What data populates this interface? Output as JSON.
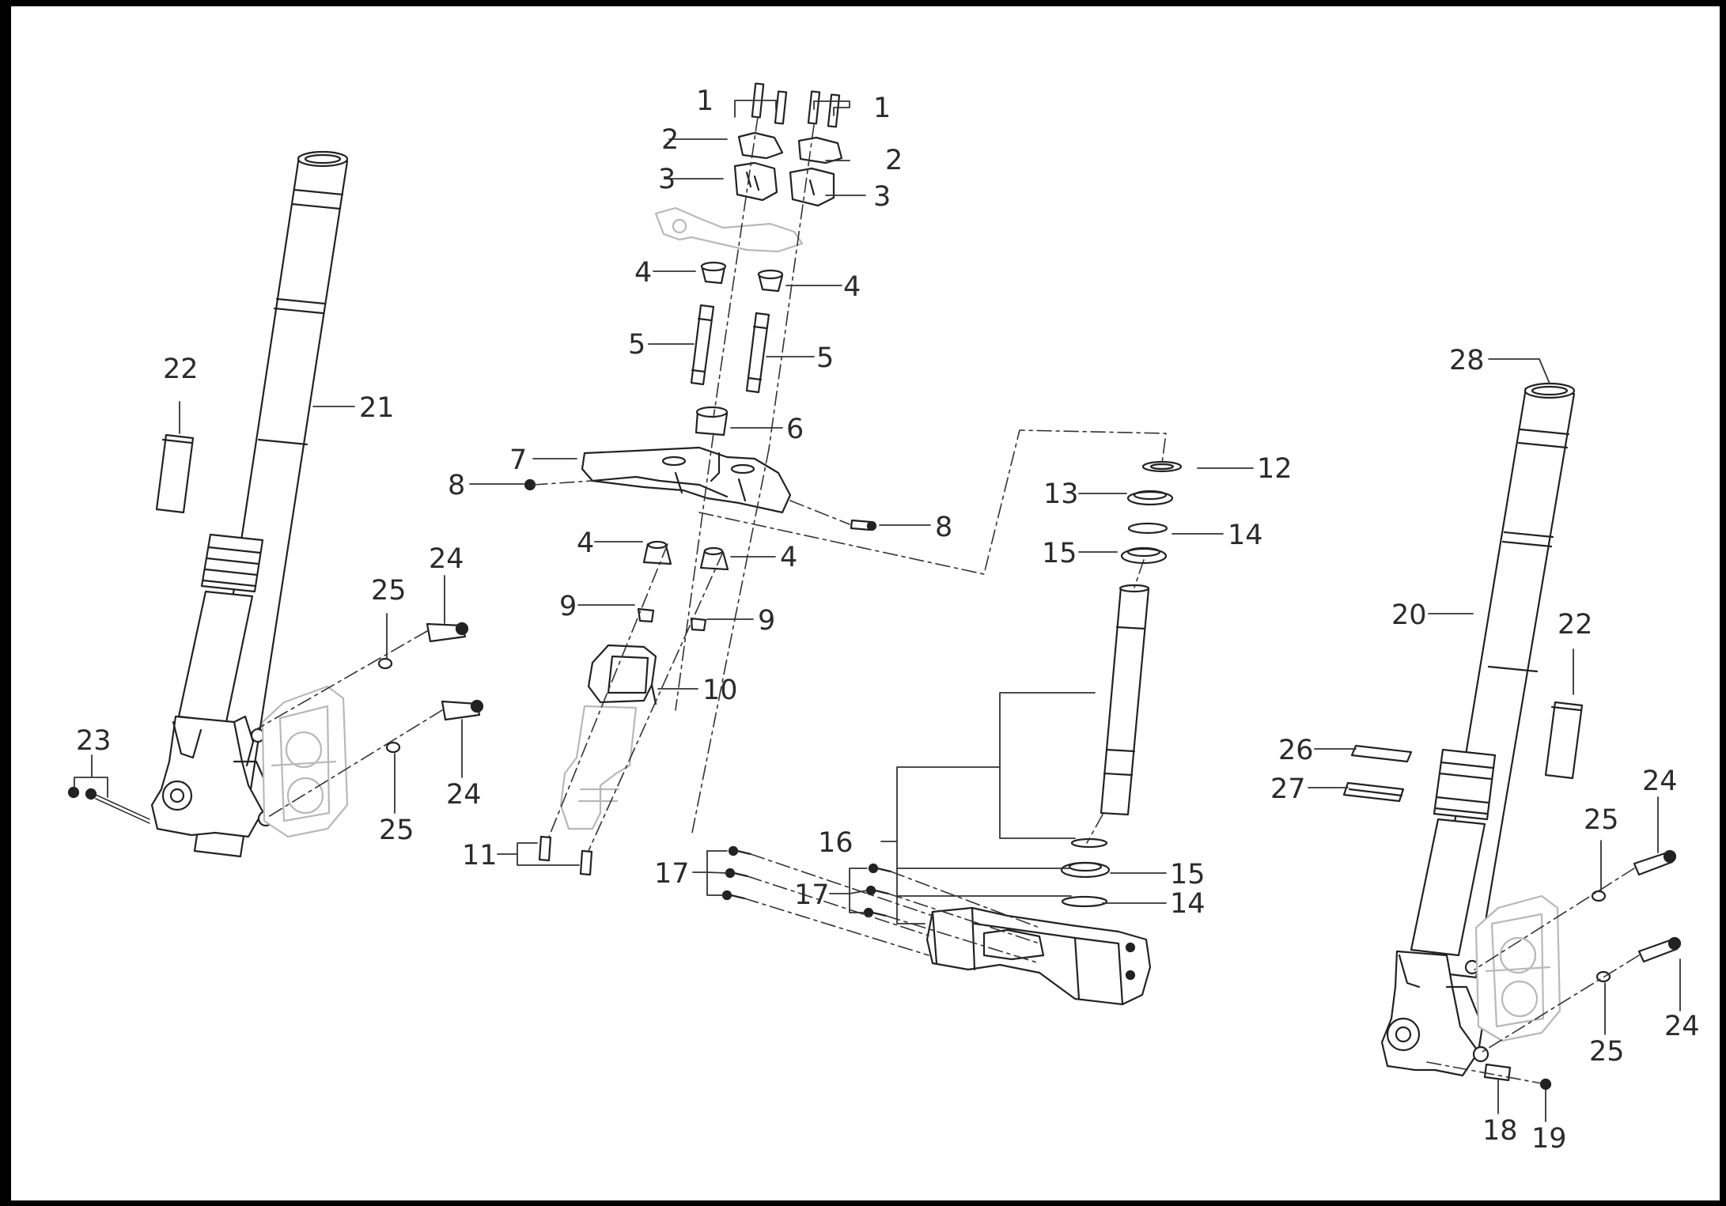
{
  "diagram": {
    "colors": {
      "background": "#ffffff",
      "outline": "#222222",
      "leader": "#333333",
      "ghost": "#b8b8b8"
    },
    "callouts": [
      {
        "id": "c1a",
        "label": "1"
      },
      {
        "id": "c1b",
        "label": "1"
      },
      {
        "id": "c2a",
        "label": "2"
      },
      {
        "id": "c2b",
        "label": "2"
      },
      {
        "id": "c3a",
        "label": "3"
      },
      {
        "id": "c3b",
        "label": "3"
      },
      {
        "id": "c4a",
        "label": "4"
      },
      {
        "id": "c4b",
        "label": "4"
      },
      {
        "id": "c5a",
        "label": "5"
      },
      {
        "id": "c5b",
        "label": "5"
      },
      {
        "id": "c6",
        "label": "6"
      },
      {
        "id": "c7",
        "label": "7"
      },
      {
        "id": "c8a",
        "label": "8"
      },
      {
        "id": "c8b",
        "label": "8"
      },
      {
        "id": "c4c",
        "label": "4"
      },
      {
        "id": "c4d",
        "label": "4"
      },
      {
        "id": "c9a",
        "label": "9"
      },
      {
        "id": "c9b",
        "label": "9"
      },
      {
        "id": "c10",
        "label": "10"
      },
      {
        "id": "c11",
        "label": "11"
      },
      {
        "id": "c12",
        "label": "12"
      },
      {
        "id": "c13",
        "label": "13"
      },
      {
        "id": "c14a",
        "label": "14"
      },
      {
        "id": "c15a",
        "label": "15"
      },
      {
        "id": "c16",
        "label": "16"
      },
      {
        "id": "c17a",
        "label": "17"
      },
      {
        "id": "c17b",
        "label": "17"
      },
      {
        "id": "c15b",
        "label": "15"
      },
      {
        "id": "c14b",
        "label": "14"
      },
      {
        "id": "c18",
        "label": "18"
      },
      {
        "id": "c19",
        "label": "19"
      },
      {
        "id": "c20",
        "label": "20"
      },
      {
        "id": "c21",
        "label": "21"
      },
      {
        "id": "c22a",
        "label": "22"
      },
      {
        "id": "c22b",
        "label": "22"
      },
      {
        "id": "c23",
        "label": "23"
      },
      {
        "id": "c24a",
        "label": "24"
      },
      {
        "id": "c24b",
        "label": "24"
      },
      {
        "id": "c24c",
        "label": "24"
      },
      {
        "id": "c24d",
        "label": "24"
      },
      {
        "id": "c25a",
        "label": "25"
      },
      {
        "id": "c25b",
        "label": "25"
      },
      {
        "id": "c25c",
        "label": "25"
      },
      {
        "id": "c25d",
        "label": "25"
      },
      {
        "id": "c26",
        "label": "26"
      },
      {
        "id": "c27",
        "label": "27"
      },
      {
        "id": "c28",
        "label": "28"
      }
    ]
  }
}
